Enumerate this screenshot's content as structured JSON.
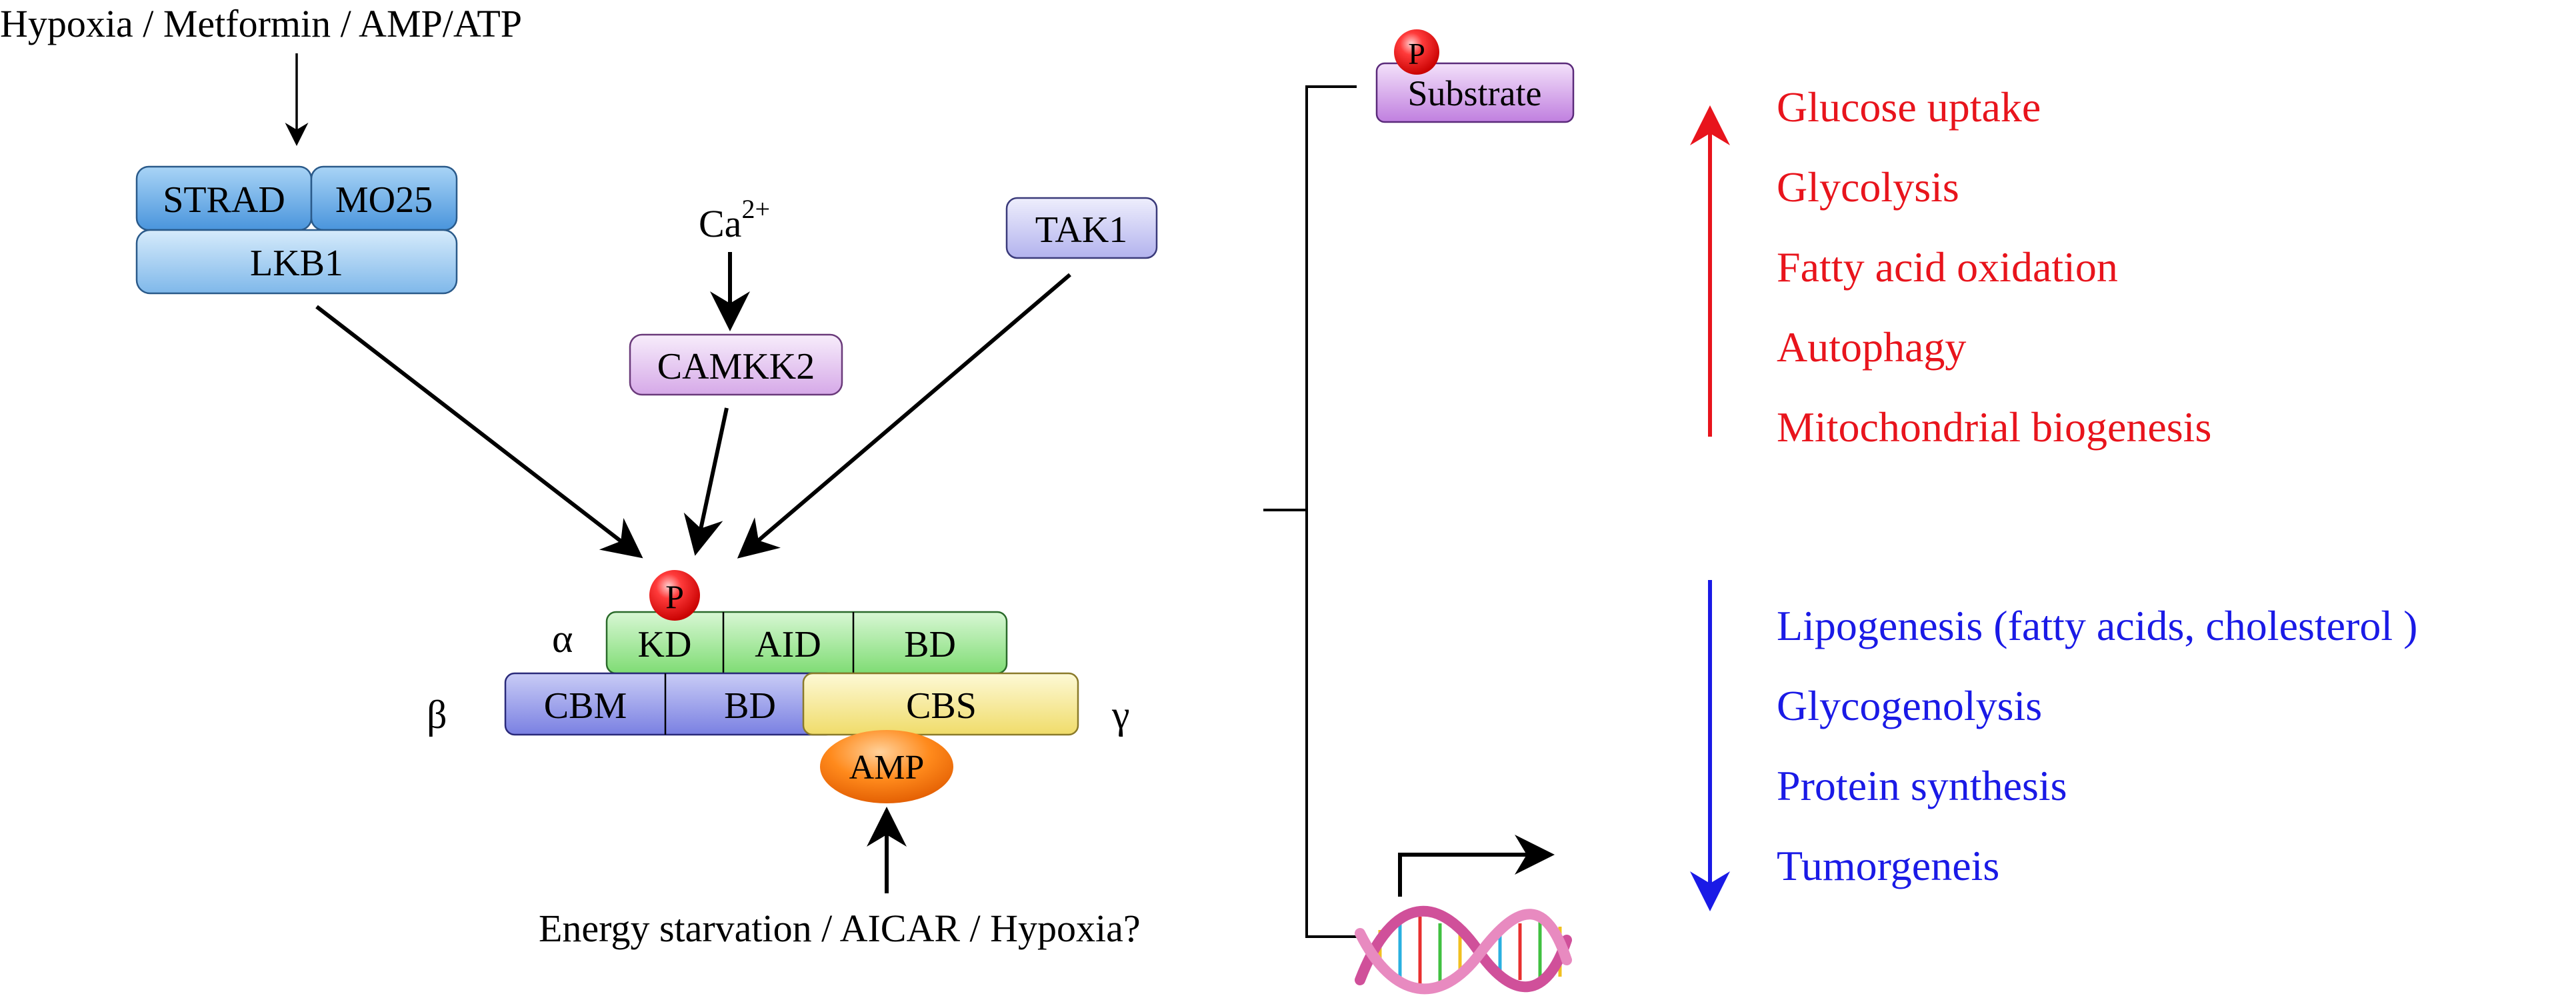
{
  "upstream": {
    "stimulus_top": "Hypoxia / Metformin / AMP/ATP",
    "strad": "STRAD",
    "mo25": "MO25",
    "lkb1": "LKB1",
    "ca_base": "Ca",
    "ca_sup": "2+",
    "camkk2": "CAMKK2",
    "tak1": "TAK1"
  },
  "ampk": {
    "phospho": "P",
    "alpha_symbol": "α",
    "beta_symbol": "β",
    "gamma_symbol": "γ",
    "alpha": [
      "KD",
      "AID",
      "BD"
    ],
    "beta": [
      "CBM",
      "BD"
    ],
    "gamma": "CBS",
    "amp": "AMP",
    "stimulus_bottom": "Energy starvation / AICAR / Hypoxia?"
  },
  "substrate": {
    "phospho": "P",
    "label": "Substrate"
  },
  "upregulated": {
    "color": "#e8141c",
    "items": [
      "Glucose uptake",
      "Glycolysis",
      "Fatty acid oxidation",
      "Autophagy",
      "Mitochondrial biogenesis"
    ]
  },
  "downregulated": {
    "color": "#1a1ae6",
    "items": [
      "Lipogenesis (fatty acids, cholesterol )",
      "Glycogenolysis",
      "Protein synthesis",
      "Tumorgeneis"
    ]
  }
}
